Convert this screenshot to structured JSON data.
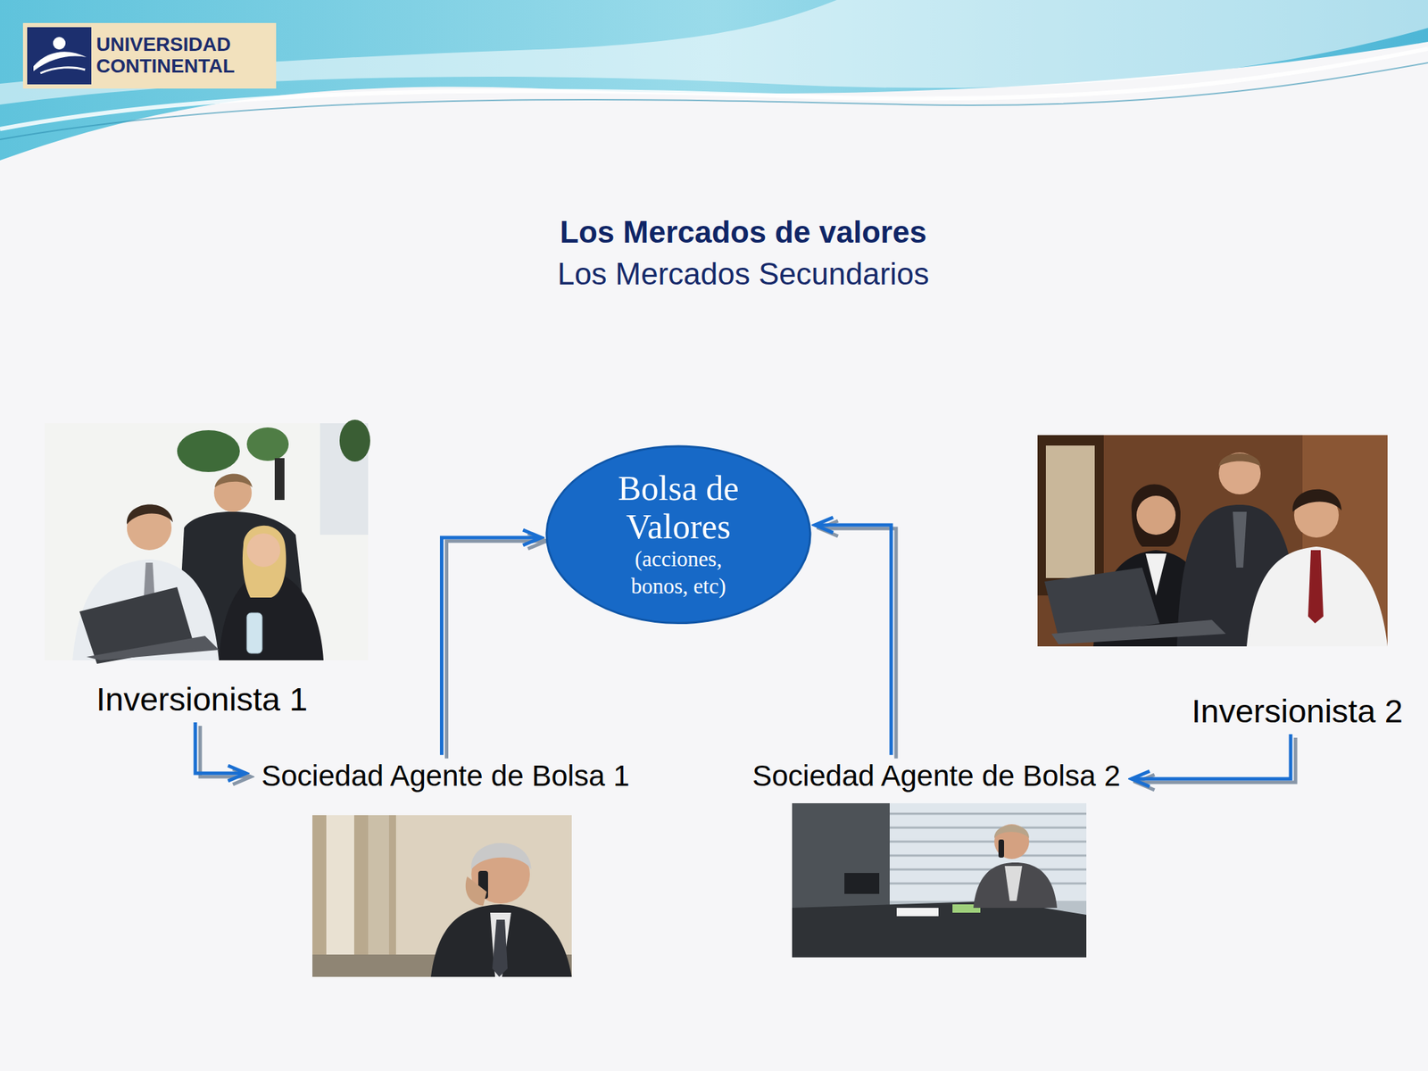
{
  "diagram": {
    "title": "Los Mercados de valores",
    "nodes": [
      {
        "text": [
          "Bolsa de Valores",
          "(acciones, bonos, etc)"
        ]
      },
      {
        "text": [
          "Inversionista 1"
        ]
      },
      {
        "text": [
          "Inversionista 2"
        ]
      },
      {
        "text": [
          "Sociedad Agente de Bolsa 1"
        ]
      },
      {
        "text": [
          "Sociedad Agente de Bolsa 2"
        ]
      }
    ],
    "edges": [
      {
        "from": 1,
        "to": 3,
        "arrow": "to"
      },
      {
        "from": 3,
        "to": 0,
        "arrow": "to"
      },
      {
        "from": 4,
        "to": 0,
        "arrow": "to"
      },
      {
        "from": 2,
        "to": 4,
        "arrow": "to"
      }
    ],
    "labels": [
      "UNIVERSIDAD CONTINENTAL",
      "Los Mercados Secundarios"
    ]
  }
}
